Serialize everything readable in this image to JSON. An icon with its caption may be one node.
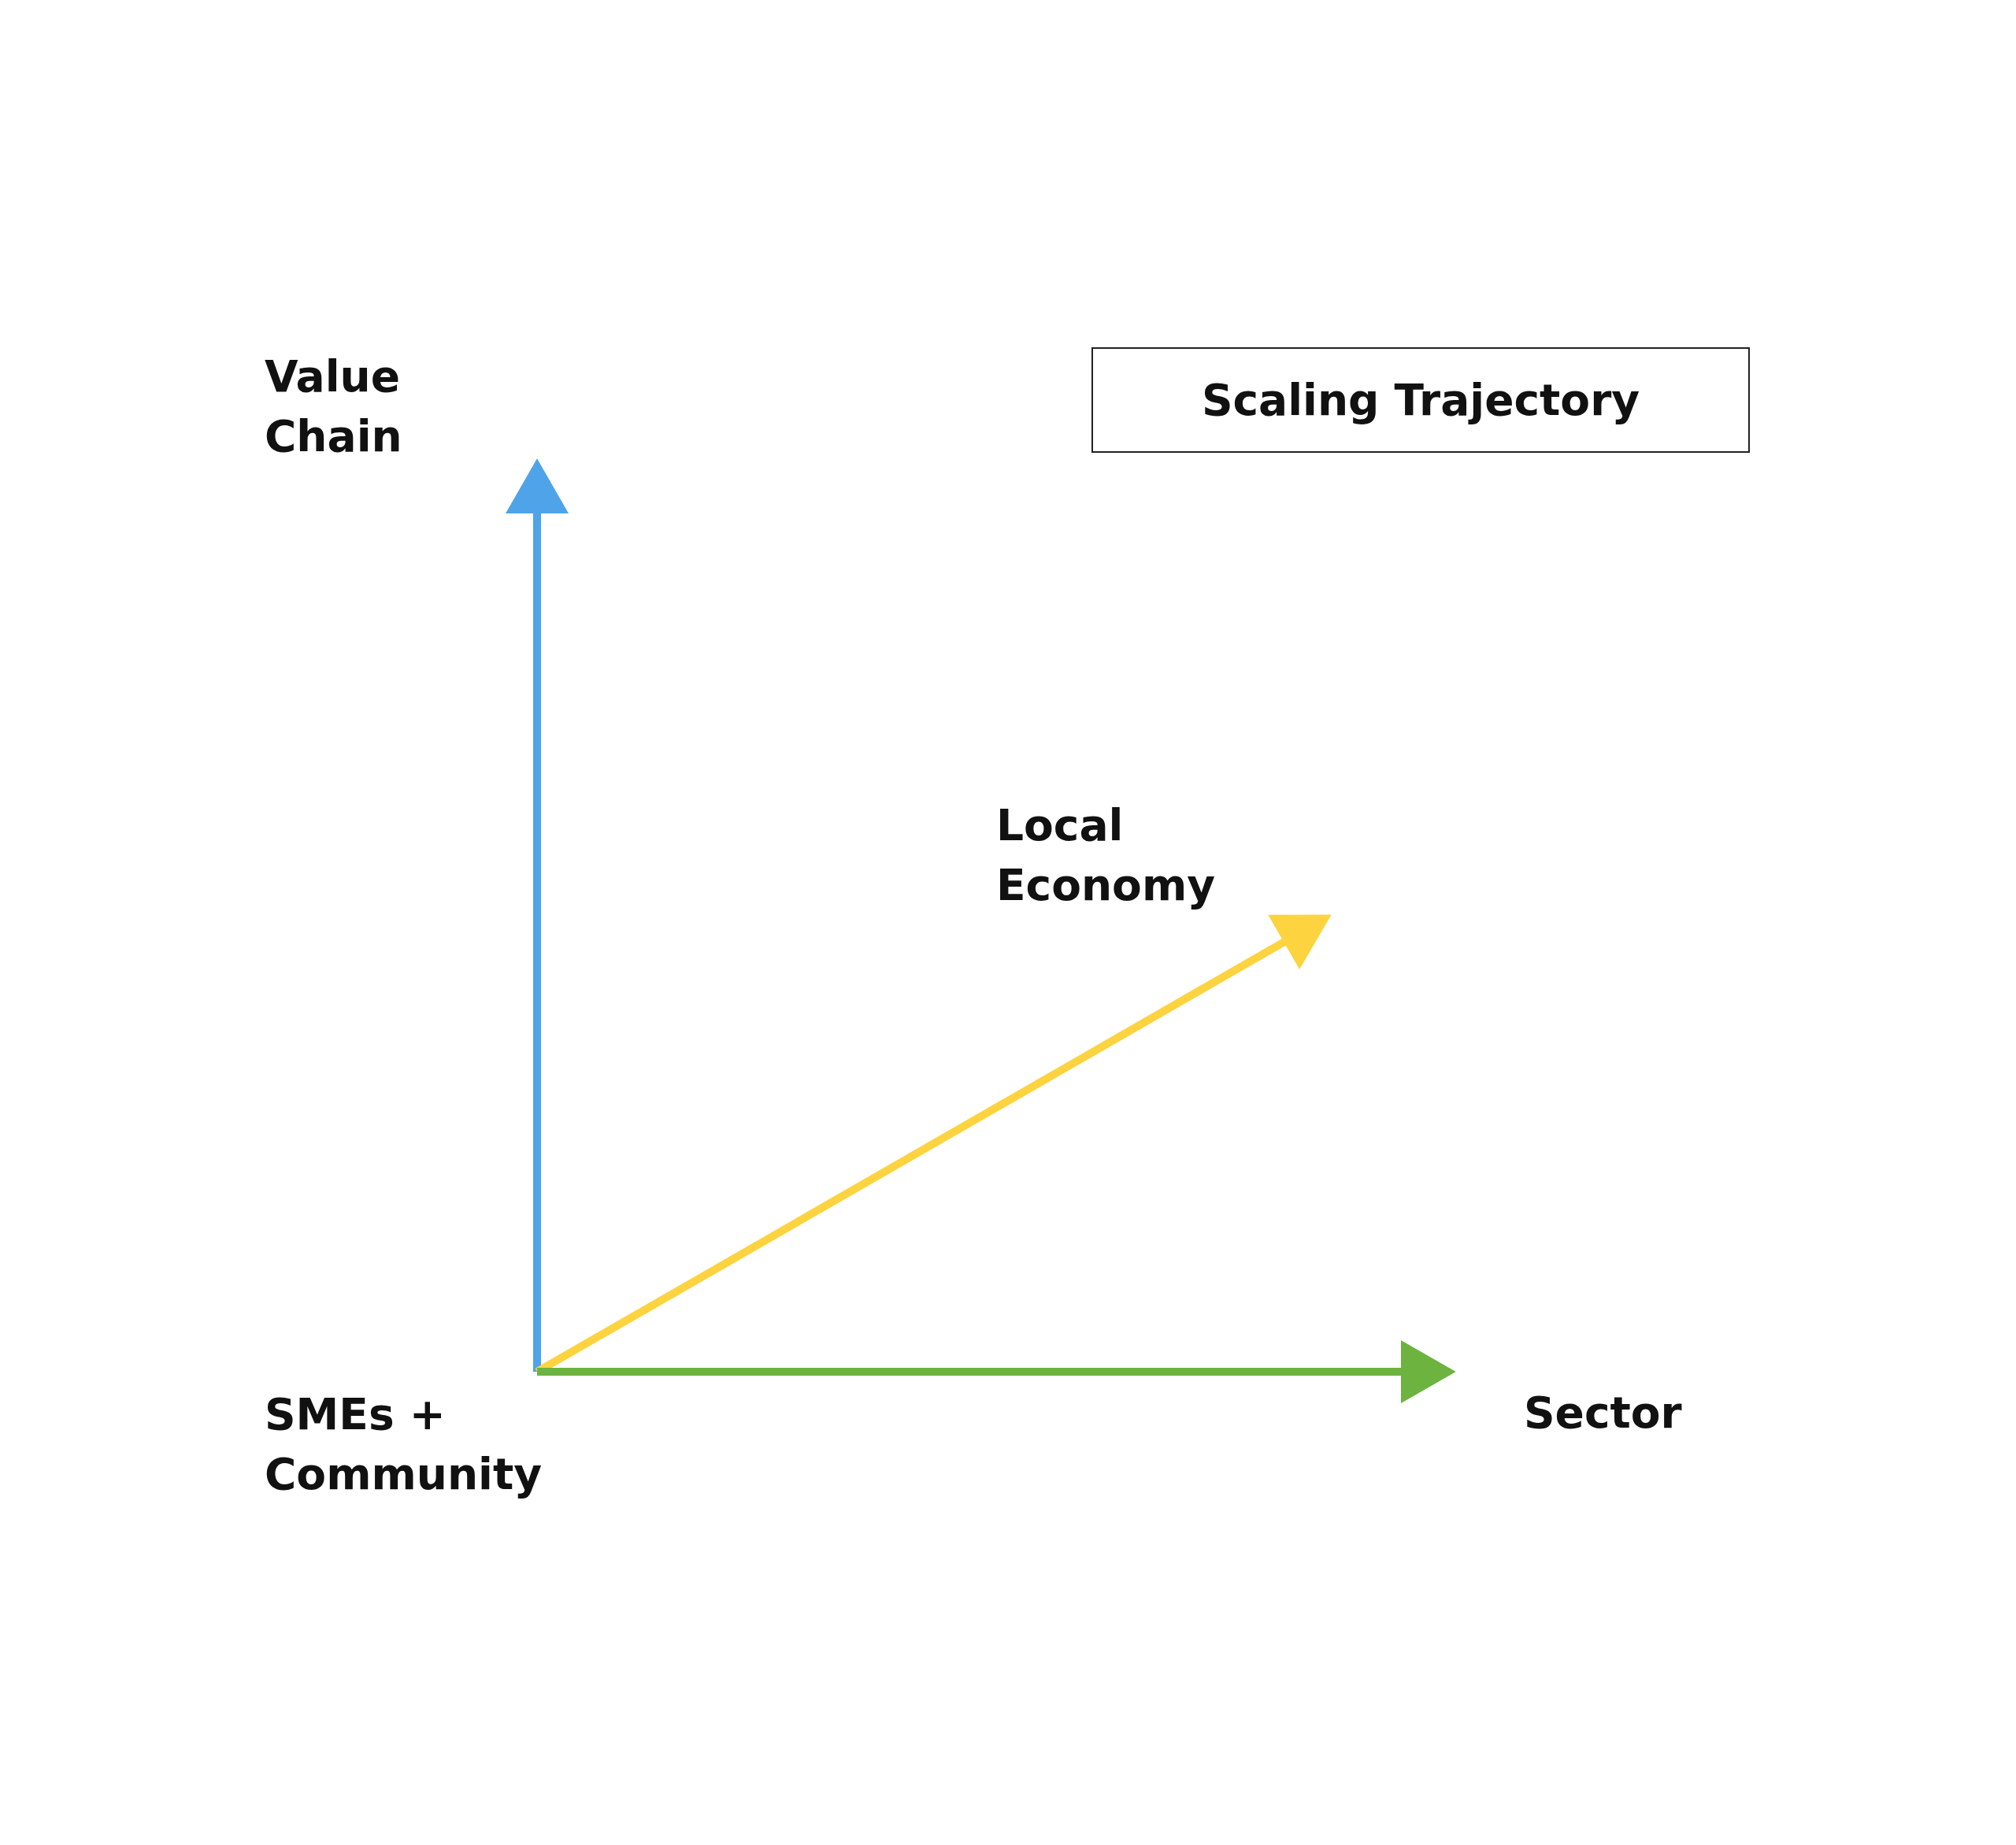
{
  "diagram": {
    "nodes": [
      {
        "text": [
          "Scaling Trajectory"
        ]
      },
      {
        "text": [
          "Value Chain"
        ]
      },
      {
        "text": [
          "Local Economy"
        ]
      },
      {
        "text": [
          "SMEs + Community"
        ]
      },
      {
        "text": [
          "Sector"
        ]
      }
    ],
    "edges": [
      {
        "from": 3,
        "to": 1,
        "arrow": "to",
        "color": "#4fa3e8"
      },
      {
        "from": 3,
        "to": 2,
        "arrow": "to",
        "color": "#fdd33f"
      },
      {
        "from": 3,
        "to": 4,
        "arrow": "to",
        "color": "#6db33f"
      }
    ]
  }
}
